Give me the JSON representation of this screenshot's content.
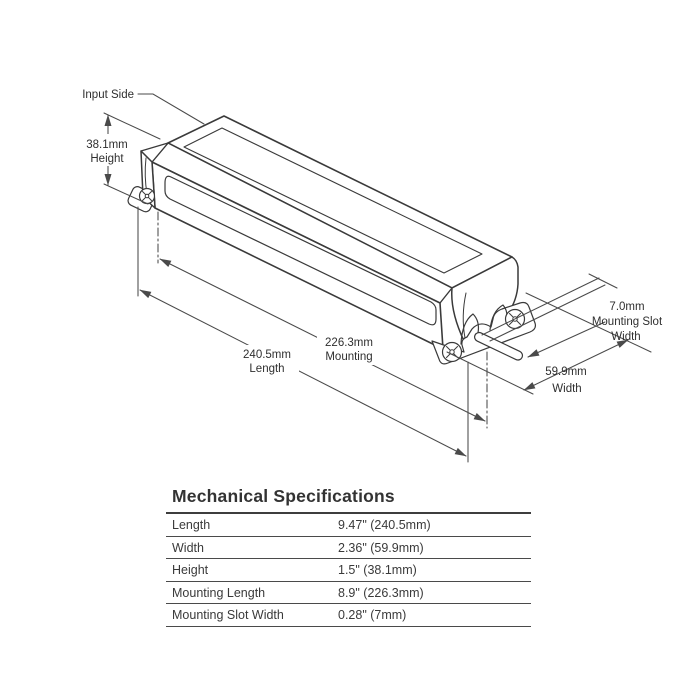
{
  "diagram": {
    "input_side_label": "Input Side",
    "height_dim": {
      "value": "38.1mm",
      "label": "Height"
    },
    "length_dim": {
      "value": "240.5mm",
      "label": "Length"
    },
    "mounting_dim": {
      "value": "226.3mm",
      "label": "Mounting"
    },
    "slot_dim": {
      "value": "7.0mm",
      "label_line1": "Mounting Slot",
      "label_line2": "Width"
    },
    "width_dim": {
      "value": "59.9mm",
      "label": "Width"
    }
  },
  "spec_table": {
    "title": "Mechanical Specifications",
    "rows": [
      {
        "label": "Length",
        "value": "9.47\" (240.5mm)"
      },
      {
        "label": "Width",
        "value": "2.36\" (59.9mm)"
      },
      {
        "label": "Height",
        "value": "1.5\" (38.1mm)"
      },
      {
        "label": "Mounting Length",
        "value": "8.9\" (226.3mm)"
      },
      {
        "label": "Mounting Slot Width",
        "value": "0.28\" (7mm)"
      }
    ]
  },
  "colors": {
    "line_color": "#3a3a3a",
    "dim_line_color": "#4a4a4a",
    "text_color": "#2f2f2f",
    "background": "#ffffff"
  }
}
